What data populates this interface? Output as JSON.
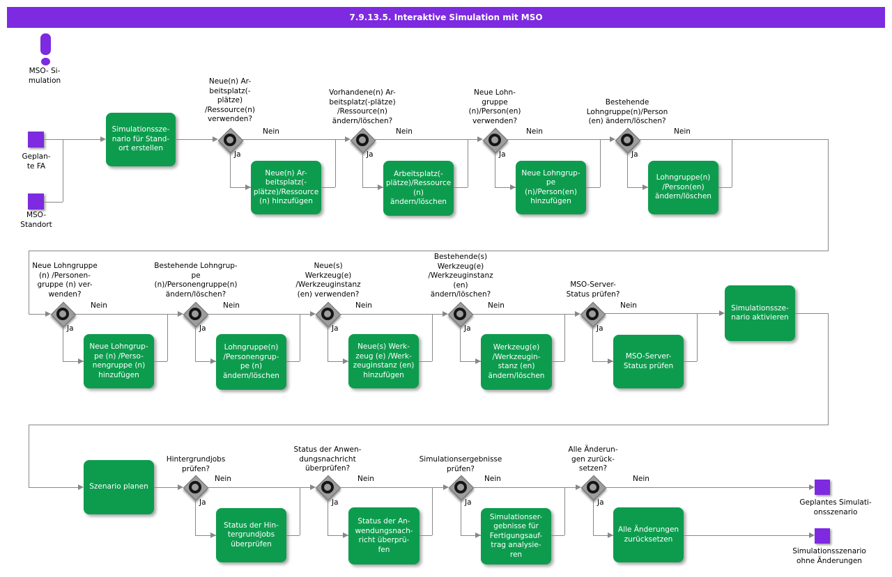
{
  "title": "7.9.13.5. Interaktive Simulation mit MSO",
  "labels": {
    "yes": "Ja",
    "no": "Nein"
  },
  "events": {
    "warning": "MSO- Si-\nmulation",
    "start1": "Geplan-\nte FA",
    "start2": "MSO-\nStandort",
    "end1": "Geplantes Simulati-\nonsszenario",
    "end2": "Simulationsszenario\nohne Änderungen"
  },
  "tasks": {
    "t1": "Simulationssze-\nnario für Stand-\nort erstellen",
    "t2": "Neue(n) Ar-\nbeitsplatz(-\nplätze)/Ressource\n(n) hinzufügen",
    "t3": "Arbeitsplatz(-\nplätze)/Ressource\n(n)\nändern/löschen",
    "t4": "Neue Lohngrup-\npe\n(n)/Person(en)\nhinzufügen",
    "t5": "Lohngruppe(n)\n/Person(en)\nändern/löschen",
    "t6": "Neue Lohngrup-\npe (n) /Perso-\nnengruppe (n)\nhinzufügen",
    "t7": "Lohngruppe(n)\n/Personengrup-\npe (n)\nändern/löschen",
    "t8": "Neue(s) Werk-\nzeug (e) /Werk-\nzeuginstanz (en)\nhinzufügen",
    "t9": "Werkzeug(e)\n/Werkzeugin-\nstanz (en)\nändern/löschen",
    "t10": "MSO-Server-\nStatus prüfen",
    "t11": "Simulationssze-\nnario aktivieren",
    "t12": "Szenario planen",
    "t13": "Status der Hin-\ntergrundjobs\nüberprüfen",
    "t14": "Status der An-\nwendungsnach-\nricht überprü-\nfen",
    "t15": "Simulationser-\ngebnisse für\nFertigungsauf-\ntrag analysie-\nren",
    "t16": "Alle Änderungen\nzurücksetzen"
  },
  "questions": {
    "q1": "Neue(n) Ar-\nbeitsplatz(-\nplätze)\n/Ressource(n)\nverwenden?",
    "q2": "Vorhandene(n) Ar-\nbeitsplatz(-plätze)\n/Ressource(n)\nändern/löschen?",
    "q3": "Neue Lohn-\ngruppe\n(n)/Person(en)\nverwenden?",
    "q4": "Bestehende\nLohngruppe(n)/Person\n(en) ändern/löschen?",
    "q5": "Neue Lohngruppe\n(n) /Personen-\ngruppe (n) ver-\nwenden?",
    "q6": "Bestehende Lohngrup-\npe\n(n)/Personengruppe(n)\nändern/löschen?",
    "q7": "Neue(s)\nWerkzeug(e)\n/Werkzeuginstanz\n(en) verwenden?",
    "q8": "Bestehende(s)\nWerkzeug(e)\n/Werkzeuginstanz\n(en)\nändern/löschen?",
    "q9": "MSO-Server-\nStatus prüfen?",
    "q10": "Hintergrundjobs\nprüfen?",
    "q11": "Status der Anwen-\ndungsnachricht\nüberprüfen?",
    "q12": "Simulationsergebnisse\nprüfen?",
    "q13": "Alle Änderun-\ngen zurück-\nsetzen?"
  }
}
